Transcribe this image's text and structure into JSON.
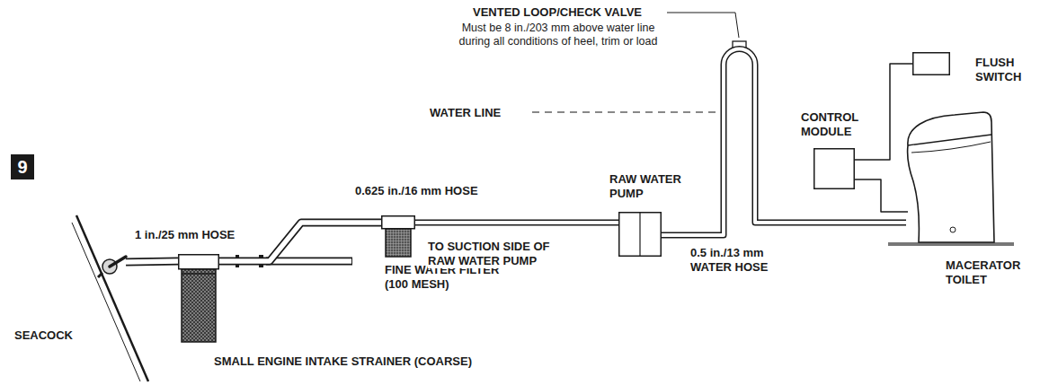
{
  "diagram": {
    "nodes": [
      {
        "text": [
          "SEACOCK"
        ]
      },
      {
        "text": [
          "SMALL ENGINE INTAKE STRAINER (COARSE)"
        ]
      },
      {
        "text": [
          "FINE WATER FILTER (100 MESH)"
        ]
      },
      {
        "text": [
          "RAW WATER PUMP"
        ]
      },
      {
        "text": [
          "CONTROL MODULE"
        ]
      },
      {
        "text": [
          "FLUSH SWITCH"
        ]
      },
      {
        "text": [
          "MACERATOR TOILET"
        ]
      }
    ],
    "edges": [
      {
        "from": 0,
        "to": 1,
        "arrow": "none"
      },
      {
        "from": 1,
        "to": 2,
        "label": "1 in./25 mm HOSE",
        "arrow": "none"
      },
      {
        "from": 2,
        "to": 3,
        "label": "TO SUCTION SIDE OF RAW WATER PUMP",
        "arrow": "none"
      },
      {
        "from": 3,
        "to": 6,
        "label": "0.5 in./13 mm WATER HOSE",
        "arrow": "none"
      },
      {
        "from": 4,
        "to": 5,
        "arrow": "none"
      },
      {
        "from": 4,
        "to": 6,
        "arrow": "none"
      }
    ],
    "labels": [
      "9",
      "VENTED LOOP/CHECK VALVE",
      "Must be 8 in./203 mm above water line during all conditions of heel, trim or load",
      "WATER LINE",
      "0.625 in./16 mm HOSE"
    ]
  }
}
